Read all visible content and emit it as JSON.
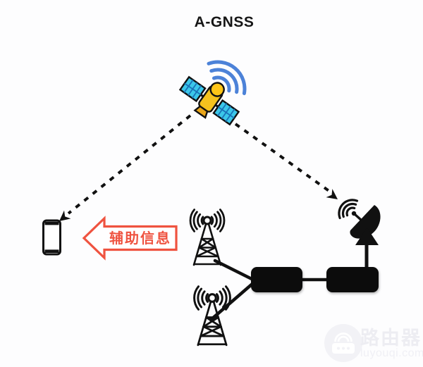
{
  "title": "A-GNSS",
  "assist_arrow": {
    "label": "辅助信息"
  },
  "watermark": {
    "brand": "路由器",
    "site": "luyouqi.com"
  },
  "palette": {
    "ink": "#111111",
    "accent": "#EF5340",
    "satellite_body": "#F6C21E",
    "satellite_cap": "#FFC517",
    "satellite_nozzle": "#E9A61B",
    "satellite_panel": "#3BC7E9",
    "panel_grid": "#1A72B8",
    "signal_blue": "#4C82D8",
    "watermark_gray": "#EDEDF2"
  }
}
